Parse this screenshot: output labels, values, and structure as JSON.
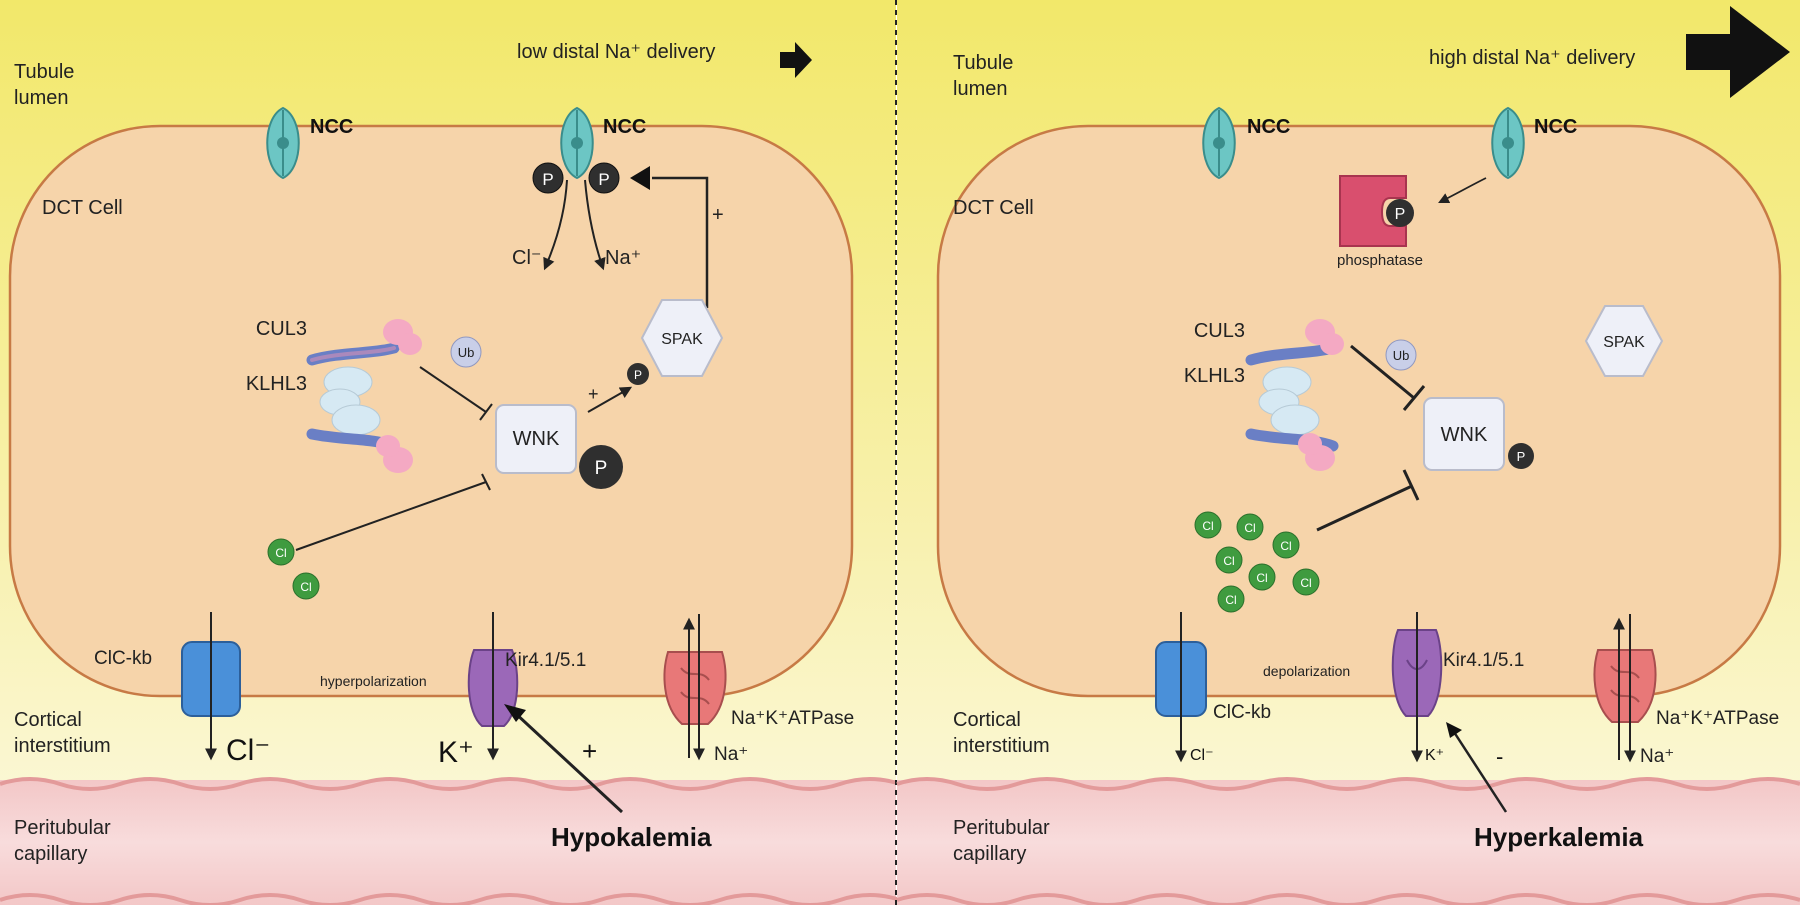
{
  "left": {
    "lumen_label_1": "Tubule",
    "lumen_label_2": "lumen",
    "delivery_text": "low distal Na⁺ delivery",
    "ncc_1": "NCC",
    "ncc_2": "NCC",
    "cell_label": "DCT Cell",
    "p_label": "P",
    "cl_out": "Cl⁻",
    "na_out": "Na⁺",
    "plus": "+",
    "spak": "SPAK",
    "cul3": "CUL3",
    "klhl3": "KLHL3",
    "ub": "Ub",
    "wnk": "WNK",
    "cl_ion": "Cl",
    "clc": "ClC-kb",
    "kir": "Kir4.1/5.1",
    "polarization": "hyperpolarization",
    "interstitium_1": "Cortical",
    "interstitium_2": "interstitium",
    "cl_efflux": "Cl⁻",
    "k_efflux": "K⁺",
    "na_efflux": "Na⁺",
    "atpase": "Na⁺K⁺ATPase",
    "capillary_1": "Peritubular",
    "capillary_2": "capillary",
    "condition": "Hypokalemia",
    "condition_sign": "+"
  },
  "right": {
    "lumen_label_1": "Tubule",
    "lumen_label_2": "lumen",
    "delivery_text": "high distal Na⁺ delivery",
    "ncc_1": "NCC",
    "ncc_2": "NCC",
    "cell_label": "DCT Cell",
    "p_label": "P",
    "phosphatase": "phosphatase",
    "spak": "SPAK",
    "cul3": "CUL3",
    "klhl3": "KLHL3",
    "ub": "Ub",
    "wnk": "WNK",
    "cl_ion": "Cl",
    "clc": "ClC-kb",
    "kir": "Kir4.1/5.1",
    "polarization": "depolarization",
    "interstitium_1": "Cortical",
    "interstitium_2": "interstitium",
    "cl_efflux": "Cl⁻",
    "k_efflux": "K⁺",
    "na_efflux": "Na⁺",
    "atpase": "Na⁺K⁺ATPase",
    "capillary_1": "Peritubular",
    "capillary_2": "capillary",
    "condition": "Hyperkalemia",
    "condition_sign": "-"
  },
  "colors": {
    "lumen_top": "#f2e86a",
    "lumen_bottom": "#fbf8d6",
    "cell_fill": "#f6d4aa",
    "cell_stroke": "#c77a45",
    "capillary": "#f6d6d6",
    "capillary_edge": "#e39a9a",
    "ncc": "#6cc6c4",
    "phosphate": "#2f2f2f",
    "cl_ion": "#3f9b3f",
    "clc": "#4a90d9",
    "kir": "#9b68b8",
    "atpase": "#e87878",
    "phosphatase": "#d94f6e",
    "spak": "#eef0f8",
    "wnk": "#eef0f8"
  }
}
